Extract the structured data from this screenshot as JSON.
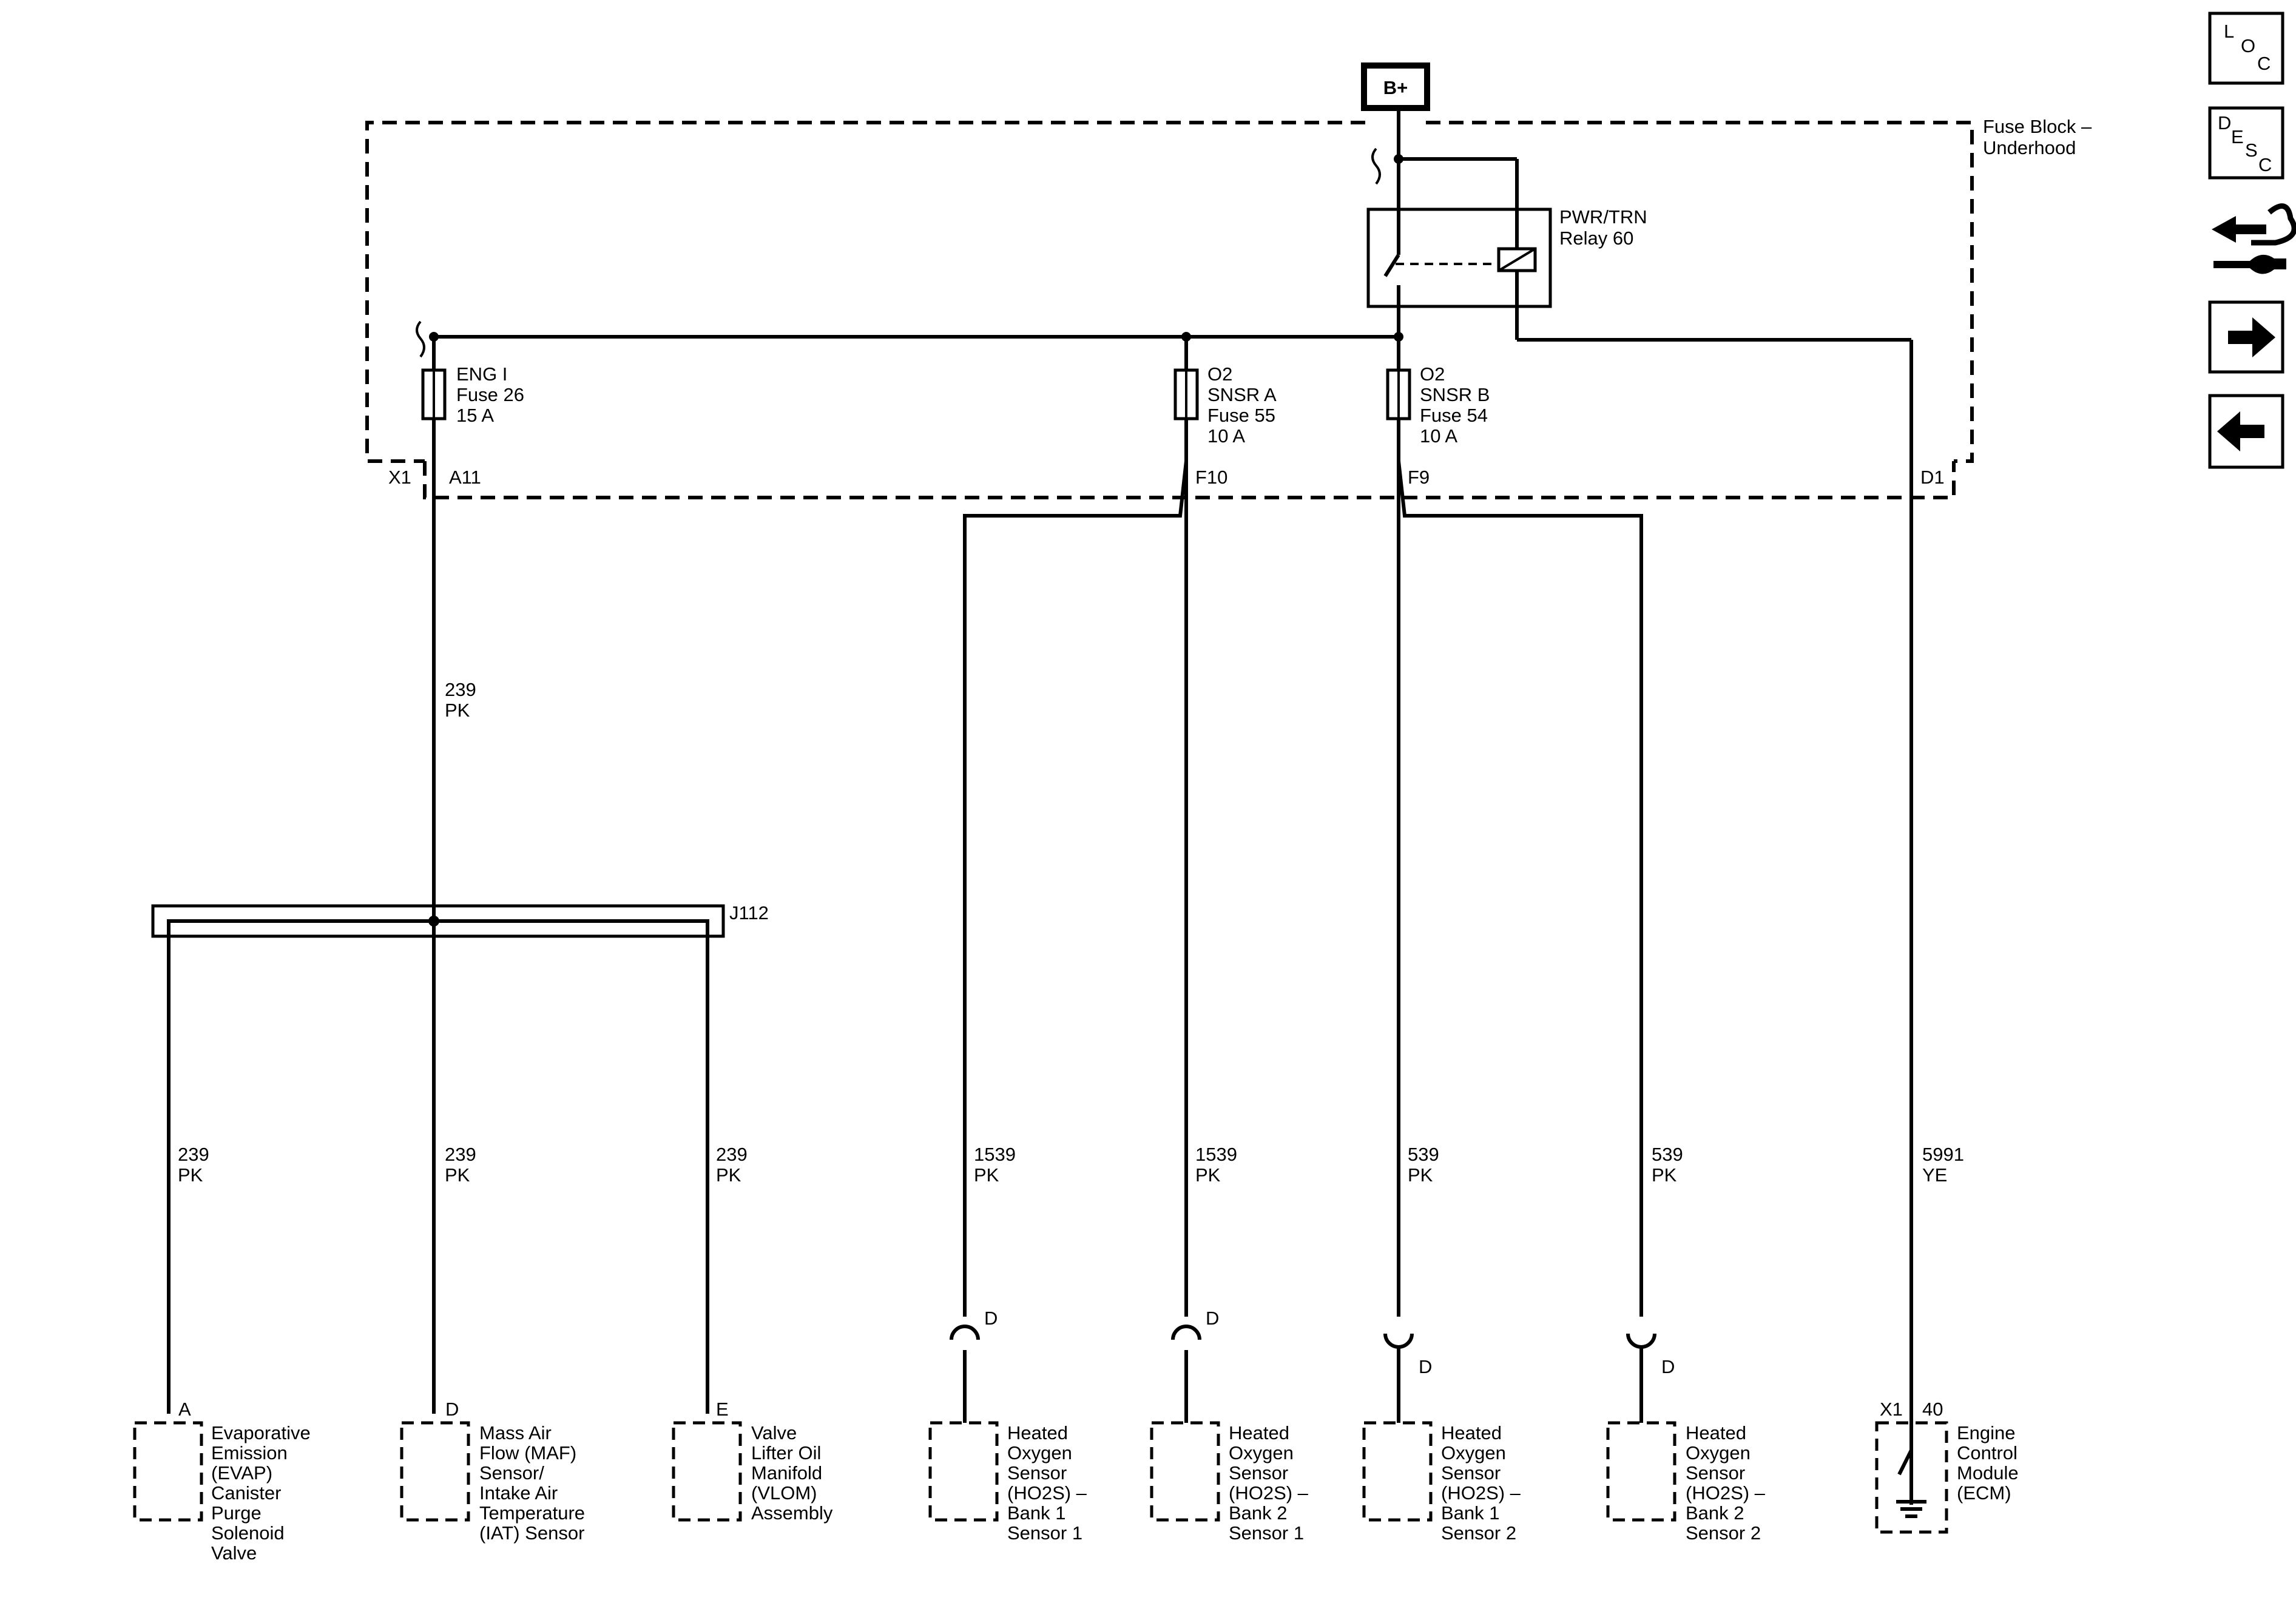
{
  "power": {
    "label": "B+"
  },
  "fuse_block": {
    "line1": "Fuse Block –",
    "line2": "Underhood"
  },
  "relay": {
    "line1": "PWR/TRN",
    "line2": "Relay 60"
  },
  "fuses": [
    {
      "lines": [
        "ENG I",
        "Fuse 26",
        "15 A"
      ]
    },
    {
      "lines": [
        "O2",
        "SNSR A",
        "Fuse 55",
        "10 A"
      ]
    },
    {
      "lines": [
        "O2",
        "SNSR B",
        "Fuse 54",
        "10 A"
      ]
    }
  ],
  "connector": {
    "name": "X1",
    "pins": [
      "A11",
      "F10",
      "F9",
      "D1"
    ]
  },
  "splice": {
    "label": "J112"
  },
  "wires": [
    {
      "circuit": "239",
      "color": "PK"
    },
    {
      "circuit": "239",
      "color": "PK"
    },
    {
      "circuit": "239",
      "color": "PK"
    },
    {
      "circuit": "239",
      "color": "PK"
    },
    {
      "circuit": "1539",
      "color": "PK"
    },
    {
      "circuit": "1539",
      "color": "PK"
    },
    {
      "circuit": "539",
      "color": "PK"
    },
    {
      "circuit": "539",
      "color": "PK"
    },
    {
      "circuit": "5991",
      "color": "YE"
    }
  ],
  "components": [
    {
      "pin": "A",
      "lines": [
        "Evaporative",
        "Emission",
        "(EVAP)",
        "Canister",
        "Purge",
        "Solenoid",
        "Valve"
      ]
    },
    {
      "pin": "D",
      "lines": [
        "Mass Air",
        "Flow (MAF)",
        "Sensor/",
        "Intake Air",
        "Temperature",
        "(IAT) Sensor"
      ]
    },
    {
      "pin": "E",
      "lines": [
        "Valve",
        "Lifter Oil",
        "Manifold",
        "(VLOM)",
        "Assembly"
      ]
    },
    {
      "pin": "D",
      "lines": [
        "Heated",
        "Oxygen",
        "Sensor",
        "(HO2S)  –",
        "Bank 1",
        "Sensor 1"
      ]
    },
    {
      "pin": "D",
      "lines": [
        "Heated",
        "Oxygen",
        "Sensor",
        "(HO2S)  –",
        "Bank 2",
        "Sensor 1"
      ]
    },
    {
      "pin": "D",
      "lines": [
        "Heated",
        "Oxygen",
        "Sensor",
        "(HO2S)  –",
        "Bank 1",
        "Sensor 2"
      ]
    },
    {
      "pin": "D",
      "lines": [
        "Heated",
        "Oxygen",
        "Sensor",
        "(HO2S)  –",
        "Bank 2",
        "Sensor 2"
      ]
    },
    {
      "pin": "40",
      "connector": "X1",
      "lines": [
        "Engine",
        "Control",
        "Module",
        "(ECM)"
      ]
    }
  ],
  "nav": {
    "loc": [
      "L",
      "O",
      "C"
    ],
    "desc": [
      "D",
      "E",
      "S",
      "C"
    ],
    "icons": [
      "diagnostic-tool-icon",
      "next-arrow-icon",
      "back-arrow-icon"
    ]
  }
}
